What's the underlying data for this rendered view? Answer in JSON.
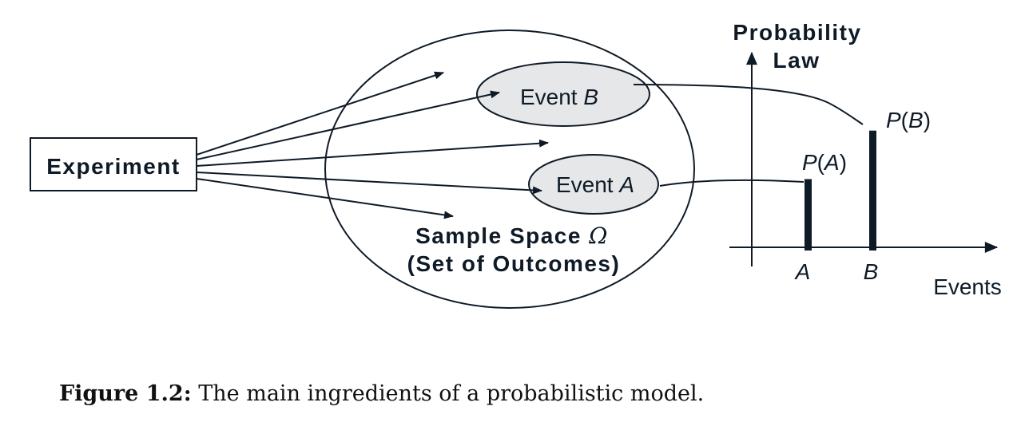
{
  "diagram": {
    "experiment_label": "Experiment",
    "event_b": {
      "prefix": "Event ",
      "letter": "B"
    },
    "event_a": {
      "prefix": "Event ",
      "letter": "A"
    },
    "sample_space": {
      "line1": "Sample Space ",
      "omega": "Ω",
      "line2": "(Set of Outcomes)"
    },
    "probability_law": {
      "line1": "Probability",
      "line2": "Law"
    },
    "p_a": {
      "p": "P",
      "open": "(",
      "letter": "A",
      "close": ")"
    },
    "p_b": {
      "p": "P",
      "open": "(",
      "letter": "B",
      "close": ")"
    },
    "axis_a": "A",
    "axis_b": "B",
    "events_label": "Events",
    "bar_values": {
      "A": 0.45,
      "B": 0.77
    },
    "colors": {
      "ink": "#0e1a26",
      "event_fill": "#e6e7e8"
    }
  },
  "caption": {
    "label": "Figure 1.2:",
    "text": " The main ingredients of a probabilistic model."
  }
}
